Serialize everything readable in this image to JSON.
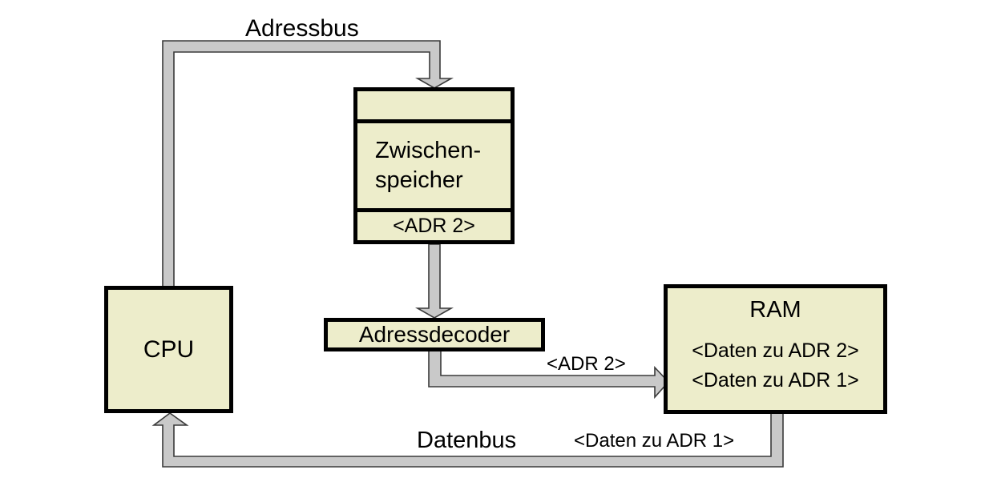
{
  "diagram": {
    "title_implied": "CPU / RAM bus diagram",
    "bus_labels": {
      "adressbus": "Adressbus",
      "datenbus": "Datenbus",
      "adr2_on_bus": "<ADR 2>",
      "daten_zu_adr1_on_bus": "<Daten zu ADR 1>"
    },
    "nodes": {
      "cpu": {
        "label": "CPU"
      },
      "zwischenspeicher": {
        "name_line1": "Zwischen-",
        "name_line2": "speicher",
        "register_value": "<ADR 2>"
      },
      "adressdecoder": {
        "label": "Adressdecoder"
      },
      "ram": {
        "title": "RAM",
        "row1": "<Daten zu ADR 2>",
        "row2": "<Daten zu ADR 1>"
      }
    },
    "connections": [
      "CPU -> Adressbus -> Zwischenspeicher (arrow down into top)",
      "Zwischenspeicher <ADR 2> -> Adressdecoder (arrow down)",
      "Adressdecoder -> RAM carrying <ADR 2> (arrow right)",
      "RAM -> Datenbus carrying <Daten zu ADR 1> -> CPU (arrow up into bottom)"
    ],
    "colors": {
      "box_fill": "#EDEDCB",
      "bus_fill": "#C9C9C9",
      "bus_outline": "#3a3a3a",
      "border": "#000000"
    }
  }
}
